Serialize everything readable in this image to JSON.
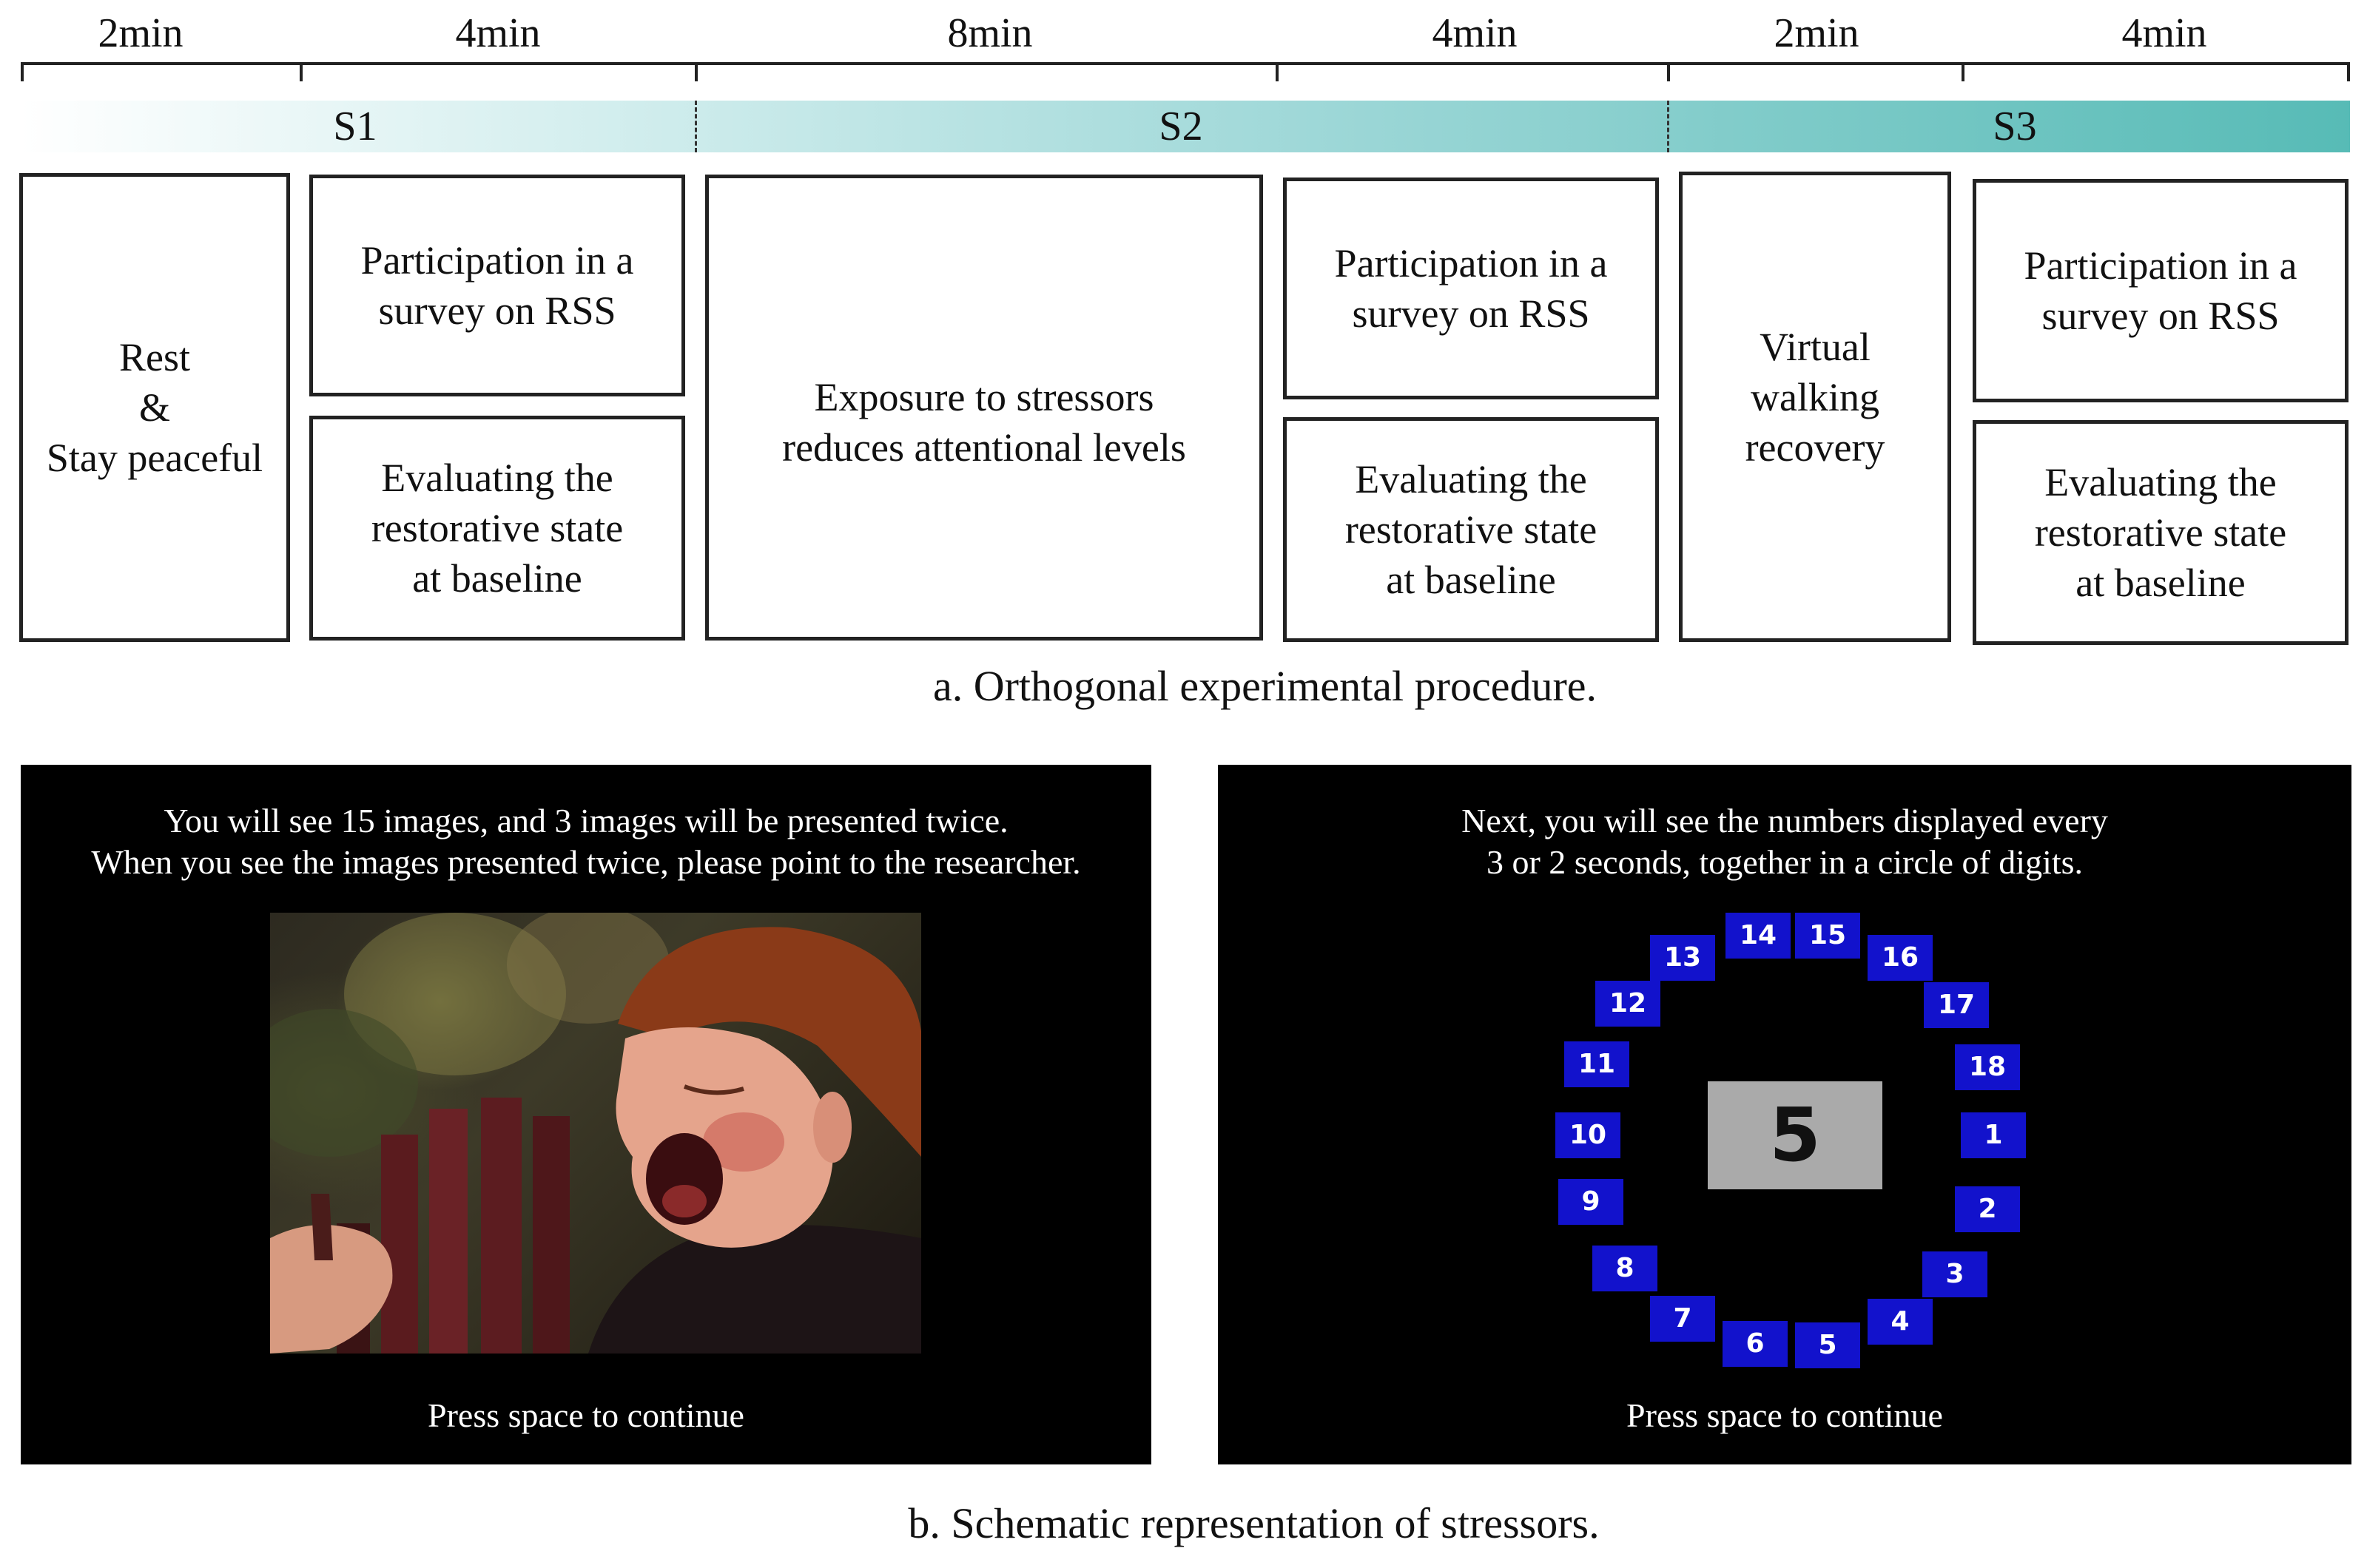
{
  "timeline": {
    "durations": [
      "2min",
      "4min",
      "8min",
      "4min",
      "2min",
      "4min"
    ],
    "stages": [
      "S1",
      "S2",
      "S3"
    ]
  },
  "boxes": {
    "rest": "Rest\n&\nStay peaceful",
    "survey": "Participation in a\nsurvey on RSS",
    "evaluating": "Evaluating the\nrestorative state\nat baseline",
    "exposure": "Exposure to stressors\nreduces attentional levels",
    "virtual": "Virtual\nwalking\nrecovery"
  },
  "captions": {
    "a": "a. Orthogonal experimental procedure.",
    "b": "b. Schematic representation of stressors."
  },
  "screen_left": {
    "instruction": "You will see 15 images, and 3 images will be presented twice.\nWhen you see the images presented twice, please point to the researcher.",
    "footer": "Press space to continue"
  },
  "screen_right": {
    "instruction": "Next, you will see the numbers displayed every\n3 or 2 seconds, together in a circle of digits.",
    "footer": "Press space to continue",
    "center_number": "5",
    "digits": [
      "1",
      "2",
      "3",
      "4",
      "5",
      "6",
      "7",
      "8",
      "9",
      "10",
      "11",
      "12",
      "13",
      "14",
      "15",
      "16",
      "17",
      "18"
    ]
  },
  "colors": {
    "digit_box": "#1212cc",
    "center_box": "#aaaaaa",
    "stage_bar_end": "#57bbb6"
  }
}
